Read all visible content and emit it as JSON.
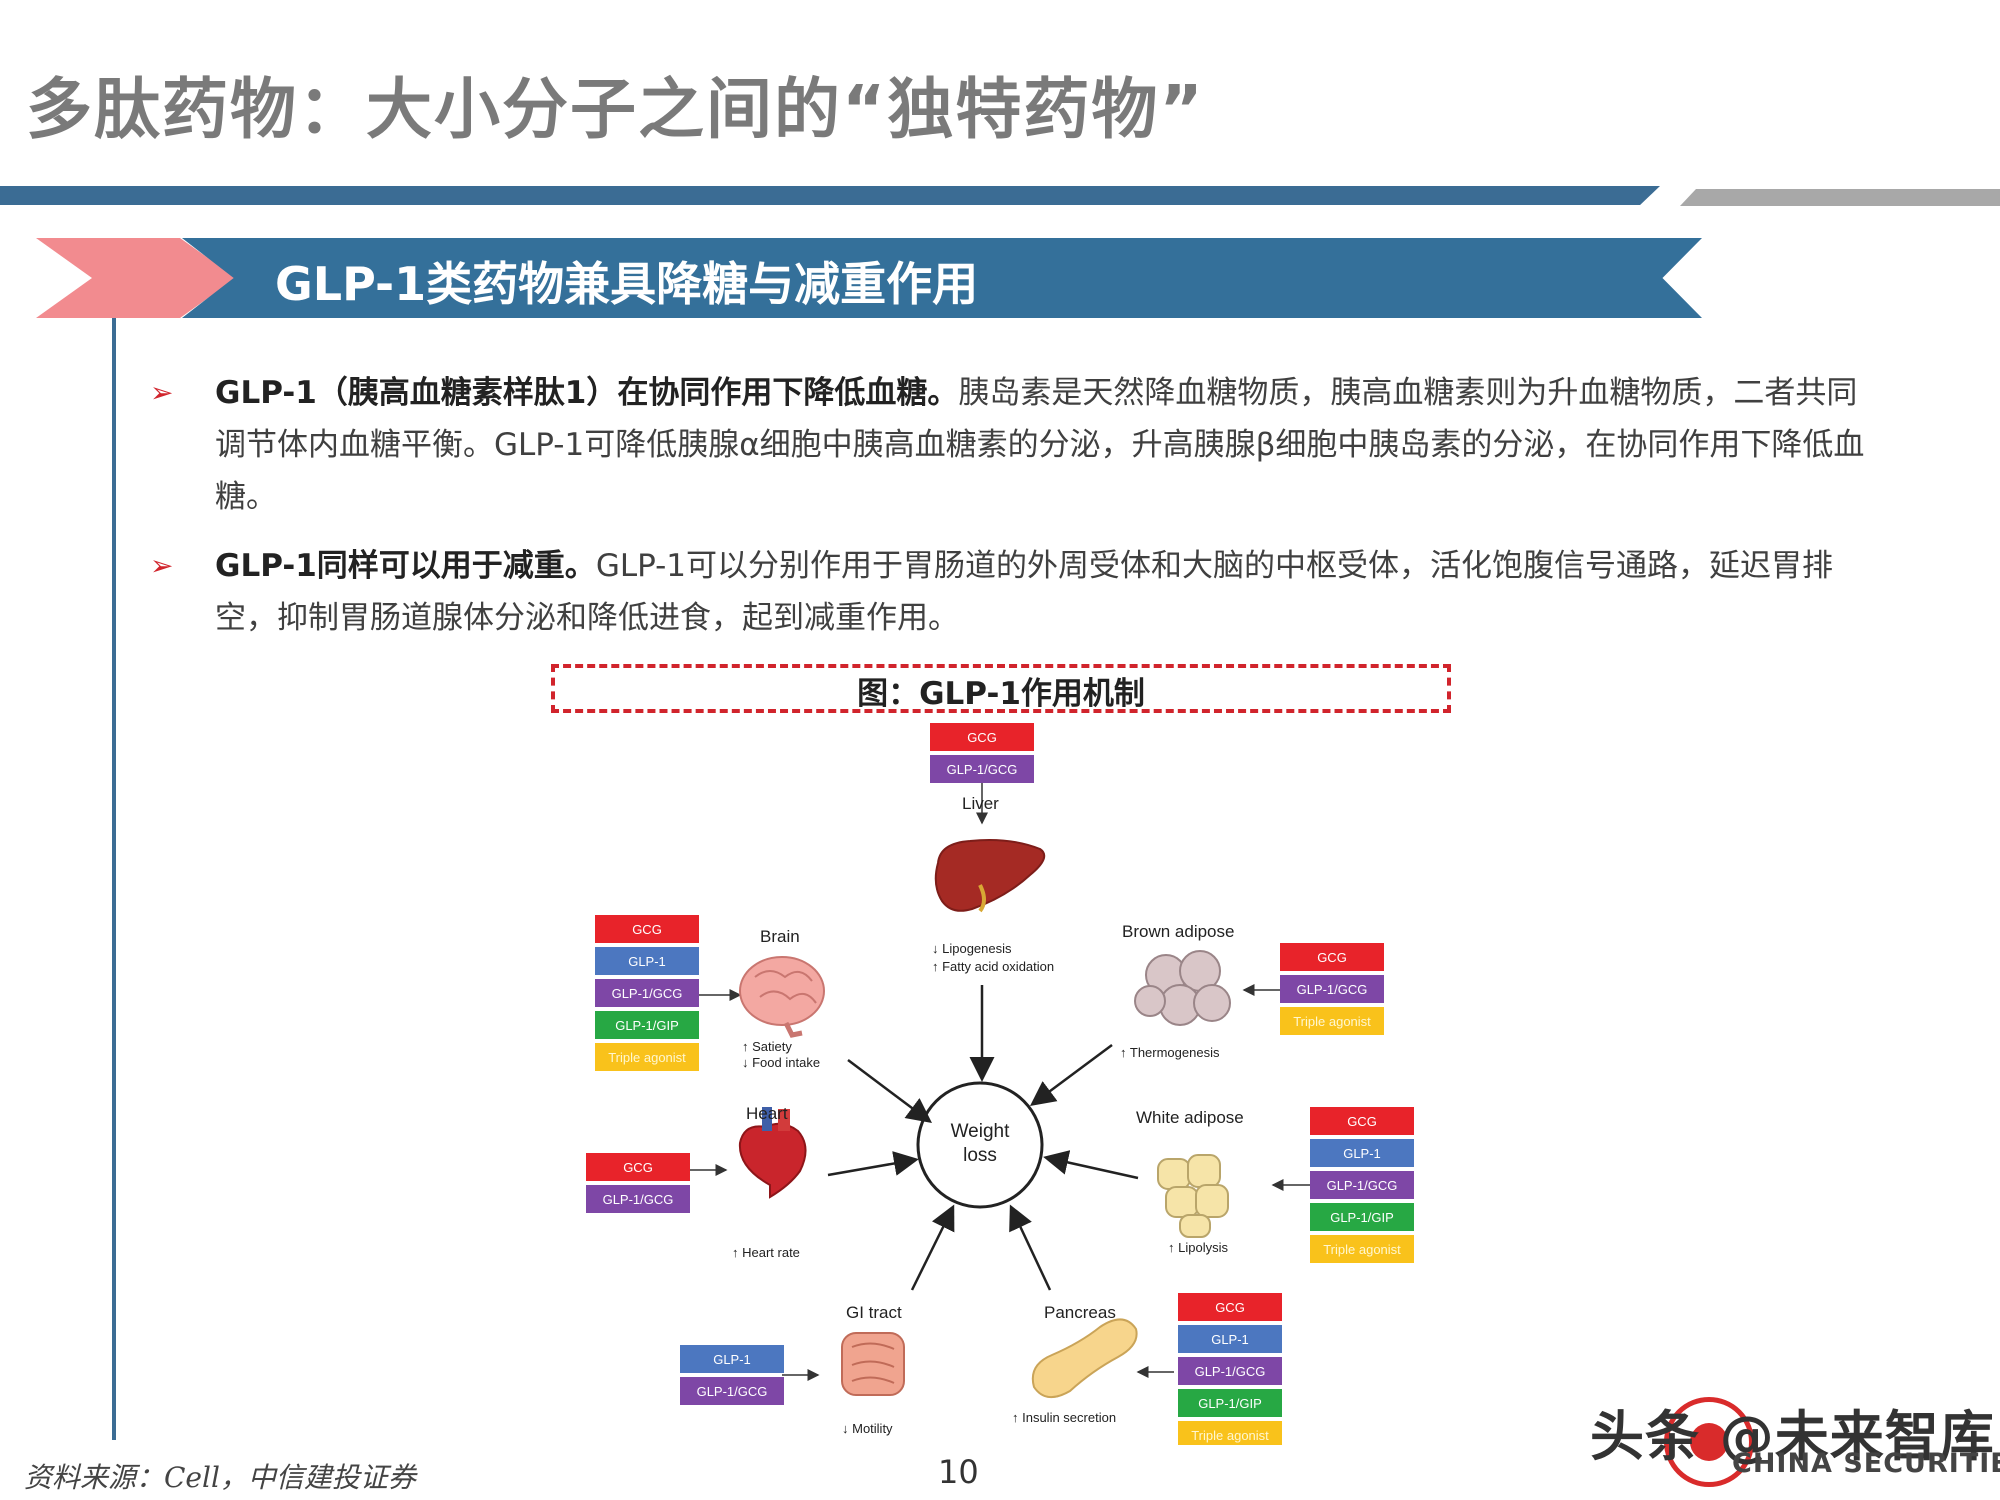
{
  "header": {
    "title": "多肽药物：大小分子之间的“独特药物”"
  },
  "banner": {
    "text": "GLP-1类药物兼具降糖与减重作用"
  },
  "bullets": [
    {
      "bold": "GLP-1（胰高血糖素样肽1）在协同作用下降低血糖。",
      "text": "胰岛素是天然降血糖物质，胰高血糖素则为升血糖物质，二者共同调节体内血糖平衡。GLP-1可降低胰腺α细胞中胰高血糖素的分泌，升高胰腺β细胞中胰岛素的分泌，在协同作用下降低血糖。"
    },
    {
      "bold": "GLP-1同样可以用于减重。",
      "text": "GLP-1可以分别作用于胃肠道的外周受体和大脑的中枢受体，活化饱腹信号通路，延迟胃排空，抑制胃肠道腺体分泌和降低进食，起到减重作用。"
    }
  ],
  "figure": {
    "caption": "图：GLP-1作用机制",
    "center_label": [
      "Weight",
      "loss"
    ],
    "agonist_colors": {
      "GCG": "#e8232a",
      "GLP-1": "#4c77c0",
      "GLP-1/GCG": "#7e47a6",
      "GLP-1/GIP": "#27a844",
      "Triple agonist": "#f9c21b"
    },
    "organs": [
      {
        "id": "liver",
        "label": "Liver",
        "effects": [
          "↓ Lipogenesis",
          "↑ Fatty acid oxidation"
        ],
        "agonists": [
          "GCG",
          "GLP-1/GCG"
        ]
      },
      {
        "id": "brain",
        "label": "Brain",
        "effects": [
          "↑ Satiety",
          "↓ Food intake"
        ],
        "agonists": [
          "GCG",
          "GLP-1",
          "GLP-1/GCG",
          "GLP-1/GIP",
          "Triple agonist"
        ]
      },
      {
        "id": "brown-adipose",
        "label": "Brown adipose",
        "effects": [
          "↑ Thermogenesis"
        ],
        "agonists": [
          "GCG",
          "GLP-1/GCG",
          "Triple agonist"
        ]
      },
      {
        "id": "heart",
        "label": "Heart",
        "effects": [
          "↑ Heart rate"
        ],
        "agonists": [
          "GCG",
          "GLP-1/GCG"
        ]
      },
      {
        "id": "white-adipose",
        "label": "White adipose",
        "effects": [
          "↑ Lipolysis"
        ],
        "agonists": [
          "GCG",
          "GLP-1",
          "GLP-1/GCG",
          "GLP-1/GIP",
          "Triple agonist"
        ]
      },
      {
        "id": "gi-tract",
        "label": "GI tract",
        "effects": [
          "↓ Motility"
        ],
        "agonists": [
          "GLP-1",
          "GLP-1/GCG"
        ]
      },
      {
        "id": "pancreas",
        "label": "Pancreas",
        "effects": [
          "↑ Insulin secretion"
        ],
        "agonists": [
          "GCG",
          "GLP-1",
          "GLP-1/GCG",
          "GLP-1/GIP",
          "Triple agonist"
        ]
      }
    ]
  },
  "footer": {
    "source": "资料来源：Cell，中信建投证券",
    "page_number": "10",
    "watermark": "头条 @未来智库",
    "watermark_sub": "CHINA SECURITIES"
  },
  "colors": {
    "title_gray": "#7a7a7a",
    "brand_blue": "#34709a",
    "banner_pink": "#f28b8f",
    "bullet_red": "#d1242c"
  }
}
